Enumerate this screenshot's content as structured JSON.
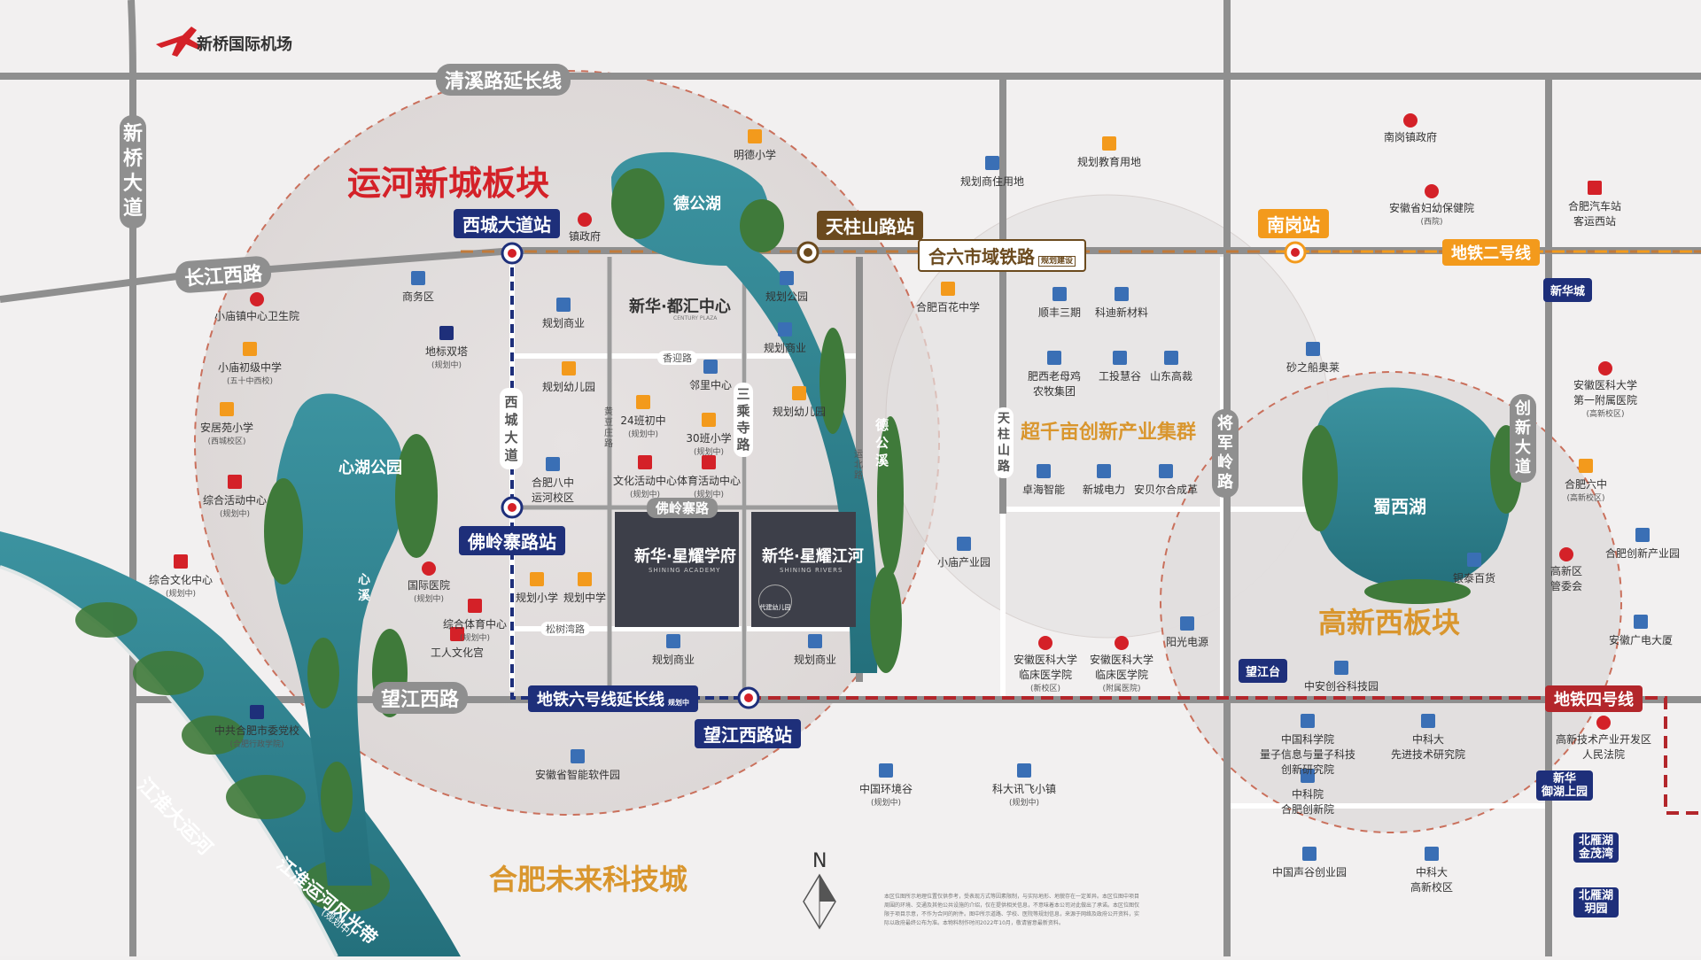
{
  "airport": "新桥国际机场",
  "roads": {
    "qingxi": "清溪路延长线",
    "xinqiao": "新桥大道",
    "changjiang": "长江西路",
    "wangjiang": "望江西路",
    "xicheng_road": "西城大道",
    "foling_road": "佛岭寨路",
    "sancheng": "三乘寺路",
    "tianzhushan": "天柱山路",
    "jiangjunling": "将军岭路",
    "chuangxin": "创新大道",
    "xiangying": "香迎路",
    "songshuwan": "松树湾路",
    "huangdou": "黄豆庄路",
    "yunbei": "运北路"
  },
  "districts": {
    "yunhe": "运河新城板块",
    "gaoxin": "高新西板块",
    "future": "合肥未来科技城",
    "cluster": "超千亩创新产业集群"
  },
  "rail": {
    "hefei_liuan": "合六市域铁路",
    "hefei_liuan_note": "规划建设",
    "metro2": "地铁二号线",
    "metro4": "地铁四号线",
    "metro6": "地铁六号线延长线",
    "metro6_note": "规划中"
  },
  "stations": {
    "xichengdadao": "西城大道站",
    "tianzhushan": "天柱山路站",
    "nangang": "南岗站",
    "folingzhai": "佛岭寨路站",
    "wangjiangxilu": "望江西路站",
    "xinhuacheng": "新华城",
    "wangjiangtai": "望江台",
    "xinhua_yushang": "新华\n御湖上园",
    "beiyanhu_jinmao": "北雁湖\n金茂湾",
    "beiyanhu_mingyuan": "北雁湖\n玥园",
    "station_note": "规划中"
  },
  "lakes": {
    "degong": "德公湖",
    "xinhu_park": "心湖公园",
    "xinxi": "心溪",
    "degongxi": "德公溪",
    "shuxihu": "蜀西湖",
    "canal": "江淮大运河",
    "canal_scenic": "江淮运河风光带",
    "canal_scenic_note": "(规划中)"
  },
  "projects": {
    "xueyuan": "新华·星耀学府",
    "xueyuan_en": "SHINING ACADEMY",
    "jianghe": "新华·星耀江河",
    "jianghe_en": "SHINING RIVERS",
    "kindergarten": "代建幼儿园",
    "center": "新华·都汇中心",
    "center_en": "CENTURY PLAZA"
  },
  "pois": [
    {
      "label": "明德小学"
    },
    {
      "label": "镇政府"
    },
    {
      "label": "商务区"
    },
    {
      "label": "小庙镇中心卫生院"
    },
    {
      "label": "小庙初级中学",
      "sub": "(五十中西校)"
    },
    {
      "label": "地标双塔",
      "sub": "(规划中)"
    },
    {
      "label": "安居苑小学",
      "sub": "(西城校区)"
    },
    {
      "label": "综合活动中心",
      "sub": "(规划中)"
    },
    {
      "label": "综合文化中心",
      "sub": "(规划中)"
    },
    {
      "label": "国际医院",
      "sub": "(规划中)"
    },
    {
      "label": "综合体育中心",
      "sub": "(规划中)"
    },
    {
      "label": "工人文化宫"
    },
    {
      "label": "中共合肥市委党校",
      "sub": "(合肥行政学院)"
    },
    {
      "label": "规划商业"
    },
    {
      "label": "规划幼儿园"
    },
    {
      "label": "合肥八中",
      "sub": "运河校区"
    },
    {
      "label": "24班初中",
      "sub": "(规划中)"
    },
    {
      "label": "30班小学",
      "sub": "(规划中)"
    },
    {
      "label": "邻里中心"
    },
    {
      "label": "文化活动中心",
      "sub": "(规划中)"
    },
    {
      "label": "体育活动中心",
      "sub": "(规划中)"
    },
    {
      "label": "规划幼儿园"
    },
    {
      "label": "规划公园"
    },
    {
      "label": "规划商业"
    },
    {
      "label": "规划小学"
    },
    {
      "label": "规划中学"
    },
    {
      "label": "规划商业"
    },
    {
      "label": "规划商业"
    },
    {
      "label": "安徽省智能软件园"
    },
    {
      "label": "规划商住用地"
    },
    {
      "label": "规划教育用地"
    },
    {
      "label": "合肥百花中学"
    },
    {
      "label": "顺丰三期"
    },
    {
      "label": "科迪新材料"
    },
    {
      "label": "肥西老母鸡",
      "sub": "农牧集团"
    },
    {
      "label": "工投慧谷"
    },
    {
      "label": "山东高裁"
    },
    {
      "label": "卓海智能"
    },
    {
      "label": "新城电力"
    },
    {
      "label": "安贝尔合成革"
    },
    {
      "label": "小庙产业园"
    },
    {
      "label": "安徽医科大学",
      "sub": "临床医学院",
      "sub2": "(新校区)"
    },
    {
      "label": "安徽医科大学",
      "sub": "临床医学院",
      "sub2": "(附属医院)"
    },
    {
      "label": "阳光电源"
    },
    {
      "label": "中国环境谷",
      "sub": "(规划中)"
    },
    {
      "label": "科大讯飞小镇",
      "sub": "(规划中)"
    },
    {
      "label": "南岗镇政府"
    },
    {
      "label": "安徽省妇幼保健院",
      "sub": "(西院)"
    },
    {
      "label": "合肥汽车站",
      "sub": "客运西站"
    },
    {
      "label": "砂之船奥莱"
    },
    {
      "label": "安徽医科大学",
      "sub": "第一附属医院",
      "sub2": "(高新校区)"
    },
    {
      "label": "合肥六中",
      "sub": "(高新校区)"
    },
    {
      "label": "高新区",
      "sub": "管委会"
    },
    {
      "label": "合肥创新产业园"
    },
    {
      "label": "银泰百货"
    },
    {
      "label": "安徽广电大厦"
    },
    {
      "label": "中安创谷科技园"
    },
    {
      "label": "中国科学院",
      "sub": "量子信息与量子科技",
      "sub2": "创新研究院"
    },
    {
      "label": "中科大",
      "sub": "先进技术研究院"
    },
    {
      "label": "高新技术产业开发区",
      "sub": "人民法院"
    },
    {
      "label": "中科院",
      "sub": "合肥创新院"
    },
    {
      "label": "中国声谷创业园"
    },
    {
      "label": "中科大",
      "sub": "高新校区"
    }
  ],
  "compass": "N",
  "disclaimer": "本区位图所示地理位置仅供参考，受表现方式等因素限制，与实际地形、地貌存在一定差异。本区位图中项目周围的环境、交通及其他公共设施的介绍，仅在提供相关信息，不意味着本公司对此做出了承诺。本区位图仅限于项目示意，不作为合同的附件。图中所示道路、学校、医院等规划信息，来源于网络及政府公开资料，实际以政府最终公布为准。本物料制作时间2022年10月，敬请留意最新资料。",
  "colors": {
    "road": "#8f8f8f",
    "water": "#2f7f8c",
    "red": "#d42128",
    "navy": "#1e2f7a",
    "brown": "#6b4a1e",
    "orange": "#f39a1c",
    "gold": "#d9962e",
    "dark_block": "#3d3f49"
  }
}
